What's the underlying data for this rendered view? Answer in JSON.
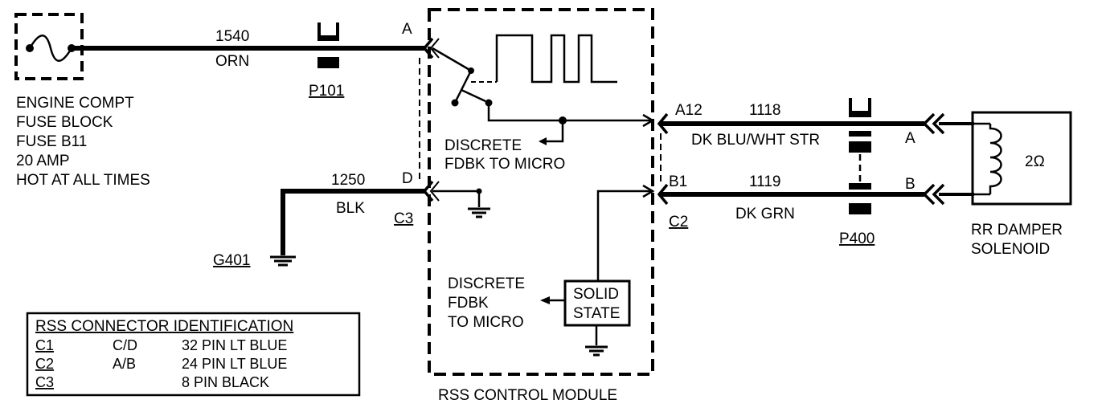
{
  "fuse_block": {
    "lines": [
      "ENGINE COMPT",
      "FUSE BLOCK",
      "FUSE B11",
      "20 AMP",
      "HOT AT ALL TIMES"
    ]
  },
  "wire_1540": {
    "circuit": "1540",
    "color": "ORN"
  },
  "connector_p101": "P101",
  "wire_1250": {
    "circuit": "1250",
    "color": "BLK"
  },
  "ground_g401": "G401",
  "module": {
    "name": "RSS CONTROL MODULE",
    "pin_a": "A",
    "pin_d": "D",
    "c3_label": "C3",
    "pin_a12": "A12",
    "pin_b1": "B1",
    "c2_label": "C2",
    "discrete_feedback_top": [
      "DISCRETE",
      "FDBK TO MICRO"
    ],
    "discrete_feedback_bottom": [
      "DISCRETE",
      "FDBK",
      "TO MICRO"
    ],
    "solid_state": [
      "SOLID",
      "STATE"
    ]
  },
  "wire_1118": {
    "circuit": "1118",
    "color": "DK BLU/WHT STR"
  },
  "wire_1119": {
    "circuit": "1119",
    "color": "DK GRN"
  },
  "connector_p400": "P400",
  "solenoid": {
    "pin_a": "A",
    "pin_b": "B",
    "resistance": "2Ω",
    "lines": [
      "RR DAMPER",
      "SOLENOID"
    ]
  },
  "connector_table": {
    "title": "RSS CONNECTOR IDENTIFICATION",
    "rows": [
      {
        "id": "C1",
        "pins": "C/D",
        "desc": "32 PIN LT BLUE"
      },
      {
        "id": "C2",
        "pins": "A/B",
        "desc": "24 PIN LT BLUE"
      },
      {
        "id": "C3",
        "pins": "",
        "desc": "8 PIN BLACK"
      }
    ]
  }
}
